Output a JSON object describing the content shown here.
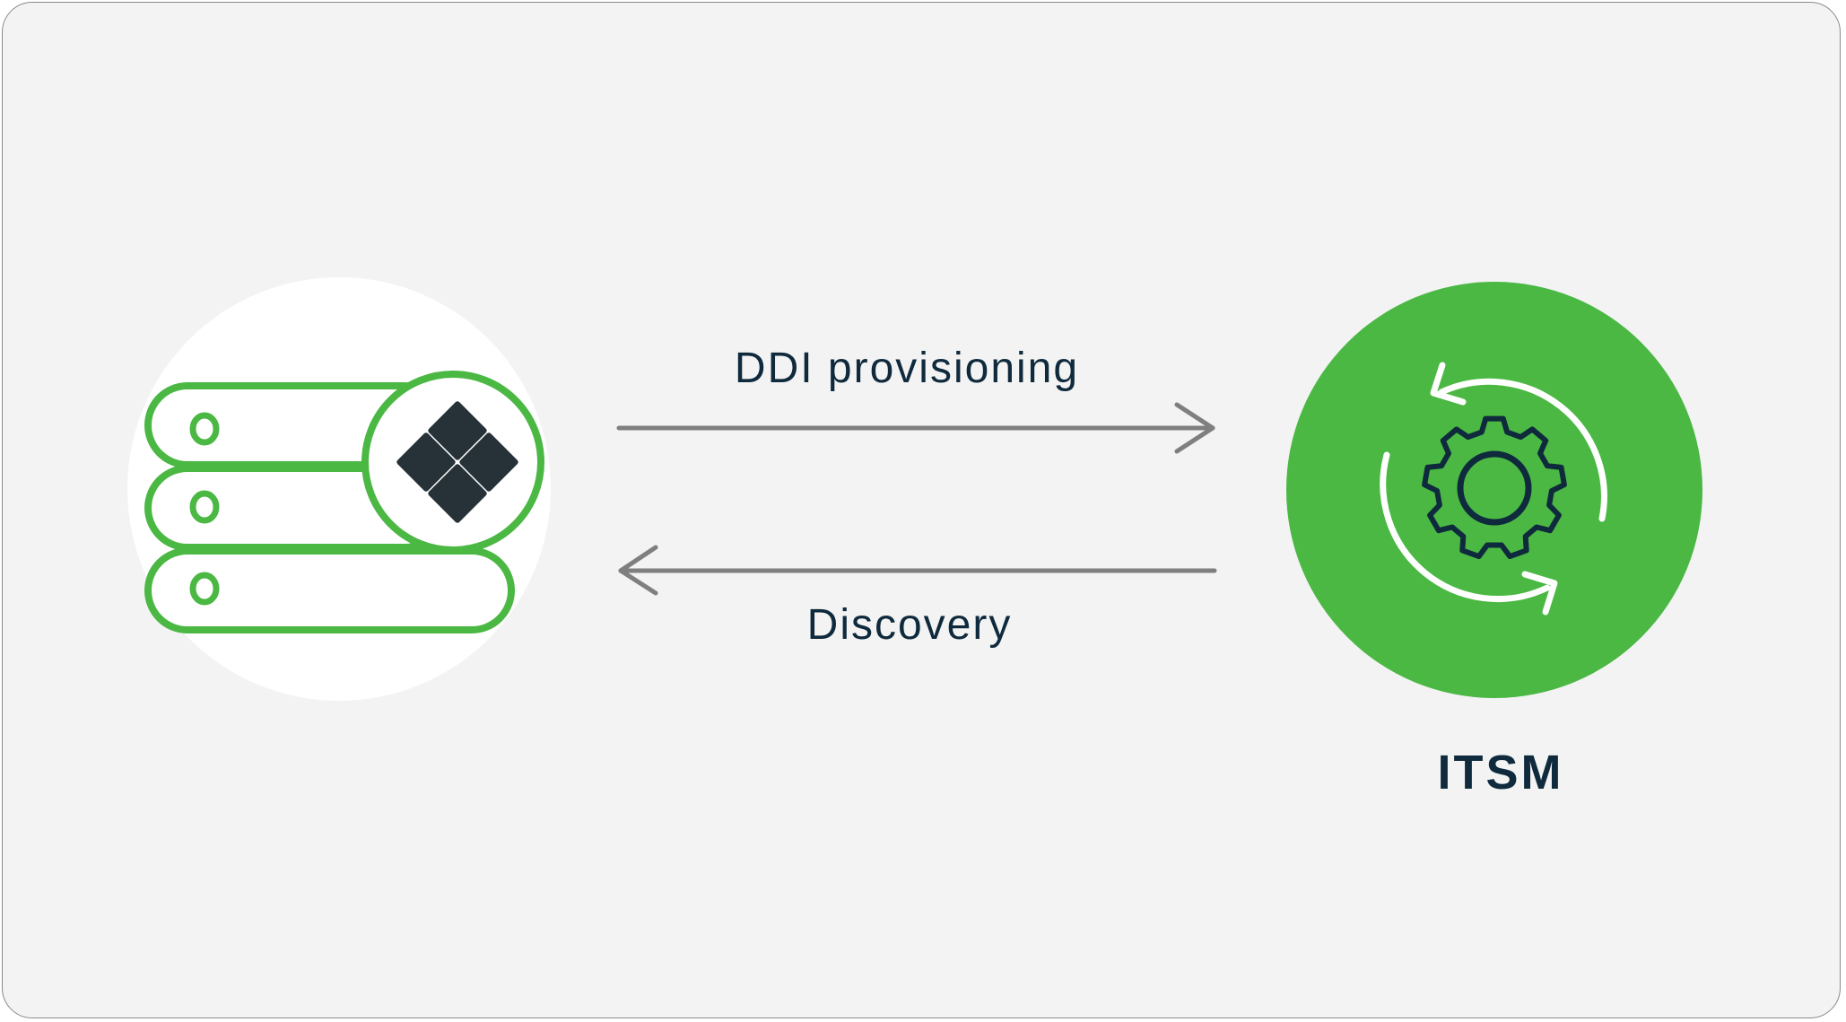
{
  "colors": {
    "panel_bg": "#f3f3f3",
    "panel_border": "#8a8a8a",
    "accent_green": "#4ab843",
    "dark_navy": "#0f2a3d",
    "arrow_gray": "#7f7f7f",
    "white": "#ffffff",
    "icon_dark": "#263238"
  },
  "left_node": {
    "icon": "ddi-server-stack-icon",
    "badge_icon": "windows-diamond-logo-icon"
  },
  "right_node": {
    "icon": "gear-cycle-icon",
    "label": "ITSM"
  },
  "flows": {
    "provisioning": {
      "label": "DDI provisioning",
      "direction": "left-to-right"
    },
    "discovery": {
      "label": "Discovery",
      "direction": "right-to-left"
    }
  }
}
